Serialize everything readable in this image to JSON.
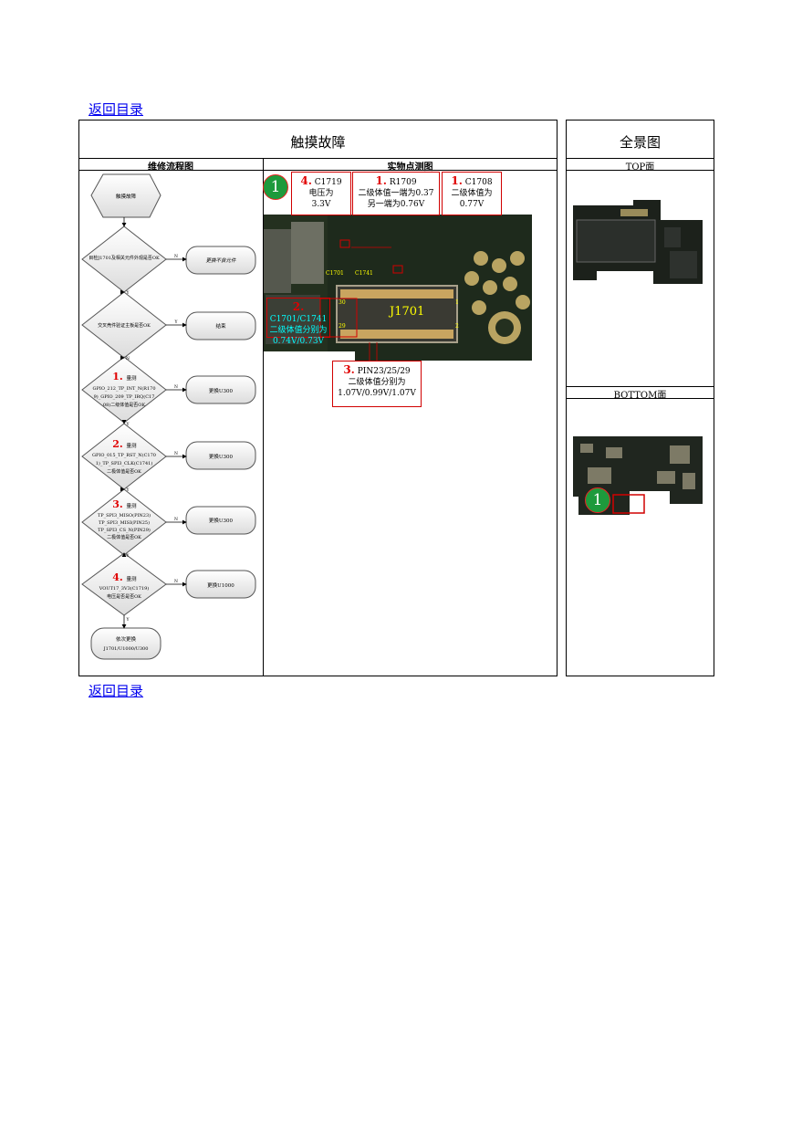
{
  "nav": {
    "back_link": "返回目录"
  },
  "table": {
    "title_main": "触摸故障",
    "title_overview": "全景图",
    "col_flowchart": "维修流程图",
    "col_photo": "实物点测图",
    "top_label": "TOP面",
    "bottom_label": "BOTTOM面"
  },
  "flowchart": {
    "start": "触摸故障",
    "d1": "目检J1701及相关元件外观是否OK",
    "a1": "更换不良元件",
    "d2": "交叉壳件验证主板是否OK",
    "a2": "结束",
    "d3_num": "1.",
    "d3_title": "量测",
    "d3_line1": "GPIO_212_TP_INT_N(R170",
    "d3_line2": "9)_GPIO_209_TP_IRQ(C17",
    "d3_line3": "08)二级体值是否OK",
    "a3": "更换U300",
    "d4_num": "2.",
    "d4_title": "量测",
    "d4_line1": "GPIO_015_TP_RST_N(C170",
    "d4_line2": "1)_TP_SPI3_CLK(C1741)",
    "d4_line3": "二极体值是否OK",
    "a4": "更换U300",
    "d5_num": "3.",
    "d5_title": "量测",
    "d5_line1": "TP_SPI3_MISO(PIN23)",
    "d5_line2": "TP_SPI3_MISI(PIN25)",
    "d5_line3": "TP_SPI3_CS_N(PIN29)",
    "d5_line4": "二极体值是否OK",
    "a5": "更换U300",
    "d6_num": "4.",
    "d6_title": "量测",
    "d6_line1": "VOUT17_3V3(C1719)",
    "d6_line2": "电压是否是否OK",
    "a6": "更换U1000",
    "end_line1": "依次更换",
    "end_line2": "J1701/U1000/U300",
    "yes": "Y",
    "no": "N"
  },
  "photo": {
    "badge": "1",
    "c4_num": "4.",
    "c4_l1": "C1719",
    "c4_l2": "电压为",
    "c4_l3": "3.3V",
    "c1a_num": "1.",
    "c1a_l1": "R1709",
    "c1a_l2": "二级体值一端为0.37",
    "c1a_l3": "另一端为0.76V",
    "c1b_num": "1.",
    "c1b_l1": "C1708",
    "c1b_l2": "二级体值为",
    "c1b_l3": "0.77V",
    "c2_num": "2.",
    "c2_l1": "C1701/C1741",
    "c2_l2": "二级体值分别为",
    "c2_l3": "0.74V/0.73V",
    "c3_num": "3.",
    "c3_l1": "PIN23/25/29",
    "c3_l2": "二级体值分别为",
    "c3_l3": "1.07V/0.99V/1.07V",
    "lbl_c1701": "C1701",
    "lbl_c1741": "C1741",
    "lbl_j1701": "J1701",
    "pin_30": "30",
    "pin_29": "29",
    "pin_1": "1",
    "pin_2": "2"
  },
  "overview": {
    "badge": "1"
  },
  "colors": {
    "callout_border": "#d10000",
    "badge_fill": "#1d9a3c",
    "link": "#0000ee"
  }
}
